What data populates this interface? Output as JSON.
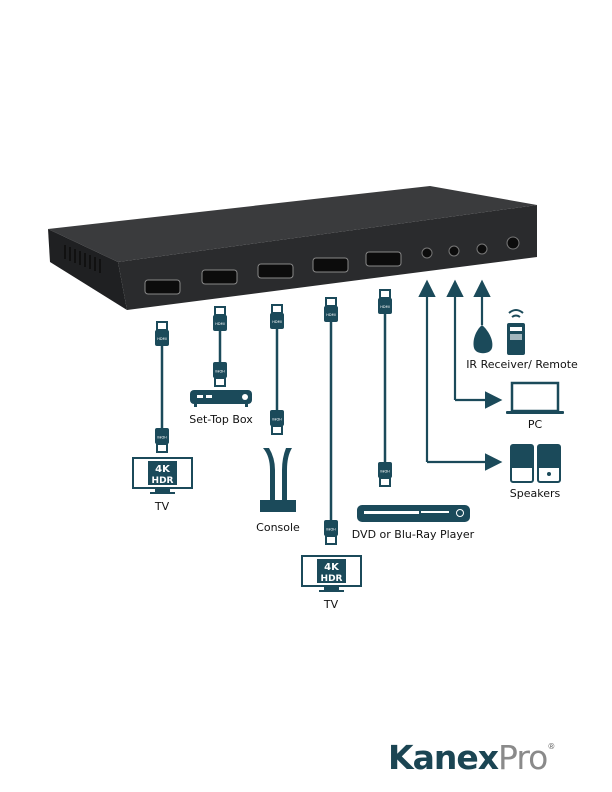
{
  "colors": {
    "accent": "#1b4a5a",
    "device": "#2e2f31",
    "logo_primary": "#1b4553",
    "logo_secondary": "#8a8a8a",
    "logo_dot": "#f0902a"
  },
  "labels": {
    "tv1": "TV",
    "set_top_box": "Set-Top Box",
    "console": "Console",
    "tv2": "TV",
    "dvd": "DVD or Blu-Ray Player",
    "ir": "IR Receiver/ Remote",
    "pc": "PC",
    "speakers": "Speakers"
  },
  "tv_badge": {
    "line1": "4K",
    "line2": "HDR"
  },
  "plug_text": "HDMI",
  "logo": {
    "primary": "Kanex",
    "secondary": "Pro",
    "mark": "®"
  }
}
